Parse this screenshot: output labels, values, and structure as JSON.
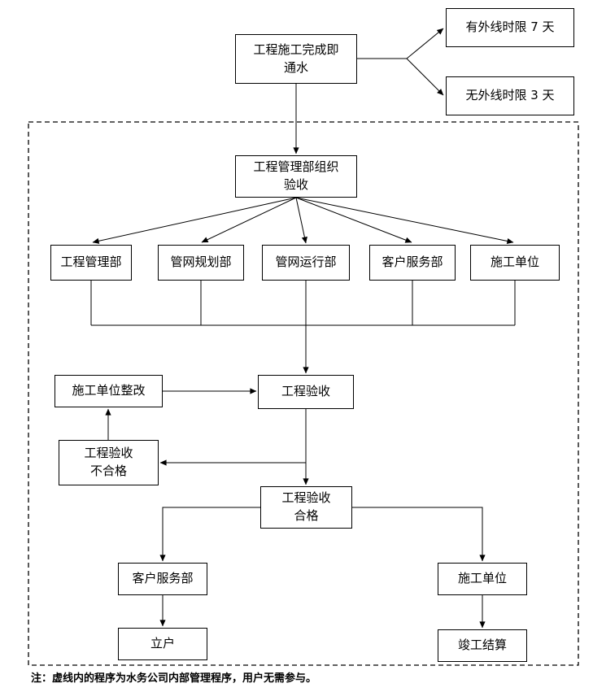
{
  "nodes": {
    "start": {
      "label": [
        "工程施工完成即",
        "通水"
      ]
    },
    "ext_limit_7": {
      "label": "有外线时限 7 天"
    },
    "ext_limit_3": {
      "label": "无外线时限 3 天"
    },
    "org_acceptance": {
      "label": [
        "工程管理部组织",
        "验收"
      ]
    },
    "dept_engineering": {
      "label": "工程管理部"
    },
    "dept_pipeline_planning": {
      "label": "管网规划部"
    },
    "dept_pipeline_operation": {
      "label": "管网运行部"
    },
    "dept_customer_service": {
      "label": "客户服务部"
    },
    "dept_construction_unit": {
      "label": "施工单位"
    },
    "rectify": {
      "label": "施工单位整改"
    },
    "acceptance": {
      "label": "工程验收"
    },
    "acceptance_fail": {
      "label": [
        "工程验收",
        "不合格"
      ]
    },
    "acceptance_pass": {
      "label": [
        "工程验收",
        "合格"
      ]
    },
    "customer_service": {
      "label": "客户服务部"
    },
    "construction_unit": {
      "label": "施工单位"
    },
    "open_account": {
      "label": "立户"
    },
    "final_settlement": {
      "label": "竣工结算"
    }
  },
  "note": "注：虚线内的程序为水务公司内部管理程序，用户无需参与。",
  "colors": {
    "line": "#000000",
    "box_border": "#000000",
    "background": "#ffffff",
    "text": "#000000"
  }
}
